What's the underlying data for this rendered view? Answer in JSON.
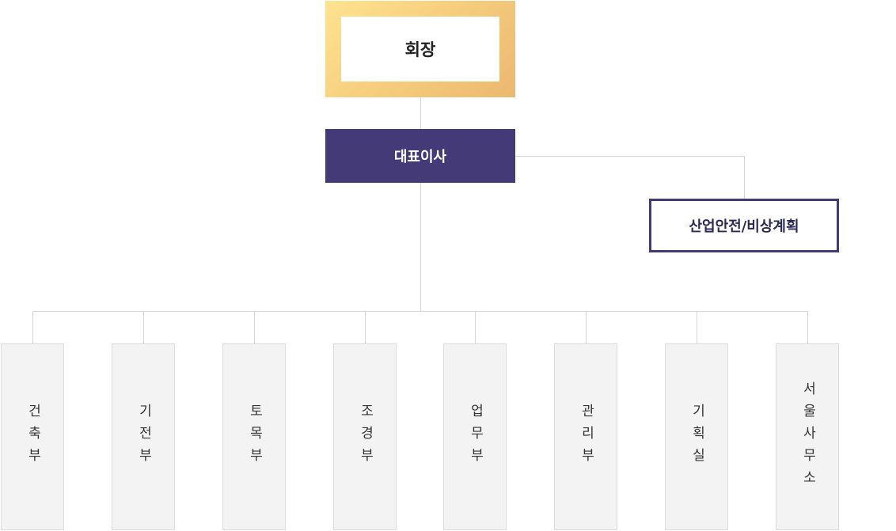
{
  "org": {
    "chairman": "회장",
    "ceo": "대표이사",
    "safety_office": "산업안전/비상계획",
    "departments": [
      "건축부",
      "기전부",
      "토목부",
      "조경부",
      "업무부",
      "관리부",
      "기획실",
      "서울사무소"
    ]
  },
  "colors": {
    "chairman_gradient_start": "#fde38f",
    "chairman_gradient_end": "#ebb870",
    "ceo_box": "#433a77",
    "safety_border": "#433a77",
    "department_box": "#f3f3f3",
    "connector_line": "#d6d6d6"
  }
}
